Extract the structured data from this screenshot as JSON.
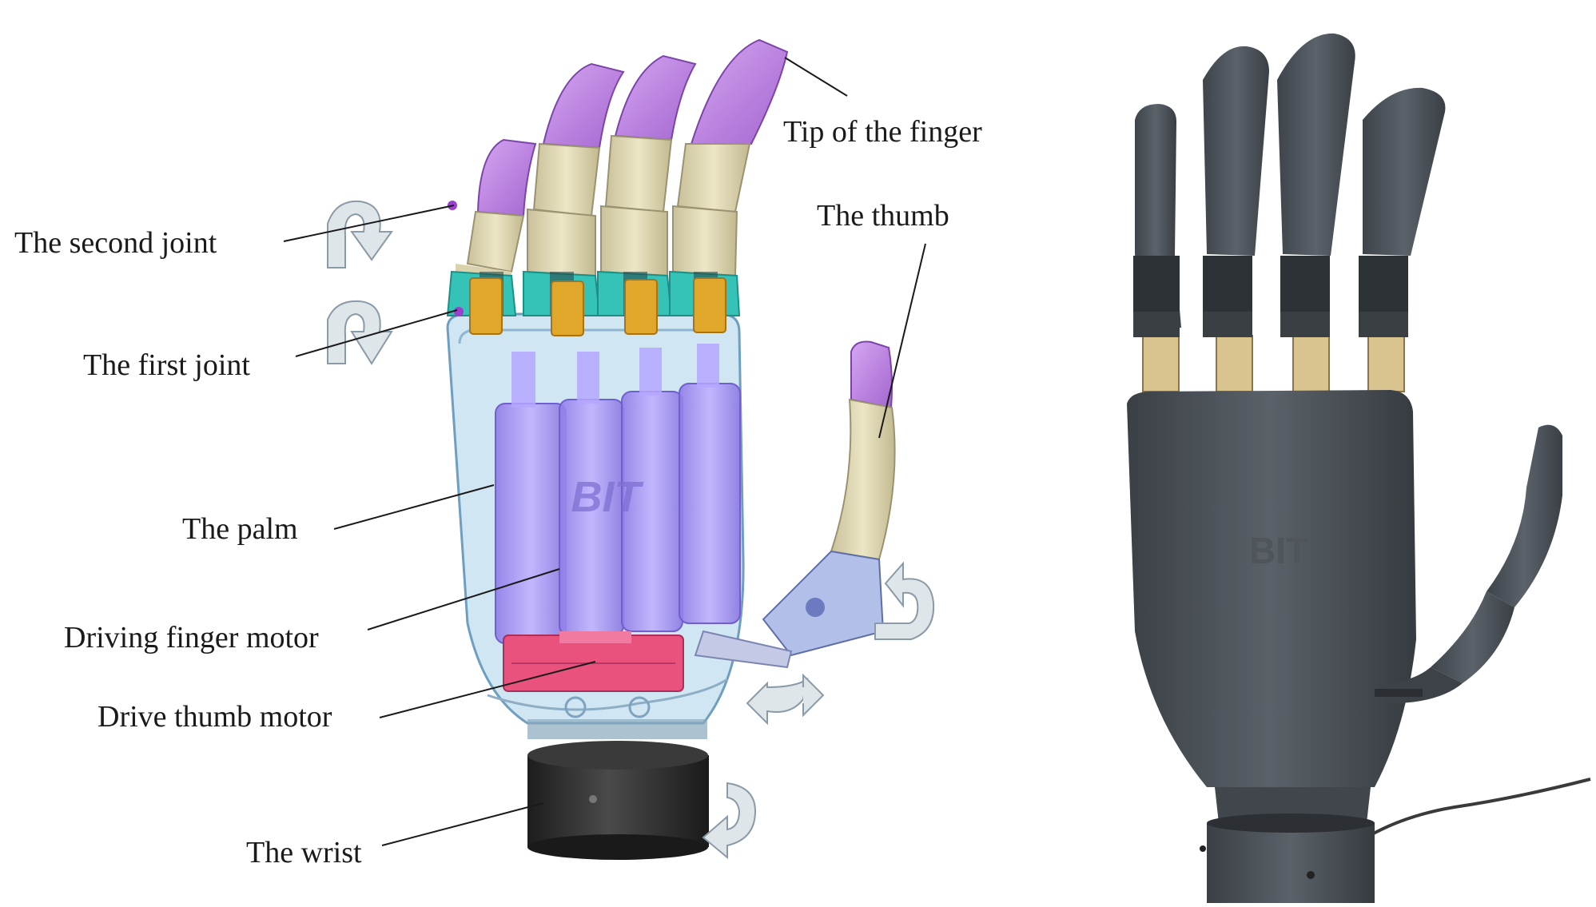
{
  "labels": {
    "tip_of_finger": "Tip of the finger",
    "thumb": "The thumb",
    "second_joint": "The second joint",
    "first_joint": "The first joint",
    "palm": "The palm",
    "driving_finger_motor": "Driving finger motor",
    "drive_thumb_motor": "Drive thumb motor",
    "wrist": "The wrist"
  },
  "embossed_logo": "BIT",
  "colors": {
    "fingertip": "#b57ad9",
    "phalanx": "#ddd6b0",
    "joint_frame": "#35c3b8",
    "joint_gold": "#e0a72a",
    "palm_shell": "#b8d8ec",
    "motor": "#a58ef0",
    "thumb_motor": "#e8527c",
    "wrist": "#2b2b2b",
    "arrow": "#dfe6ea",
    "photo_hand": "#4a5056",
    "photo_joint_metal": "#d9c38e"
  }
}
